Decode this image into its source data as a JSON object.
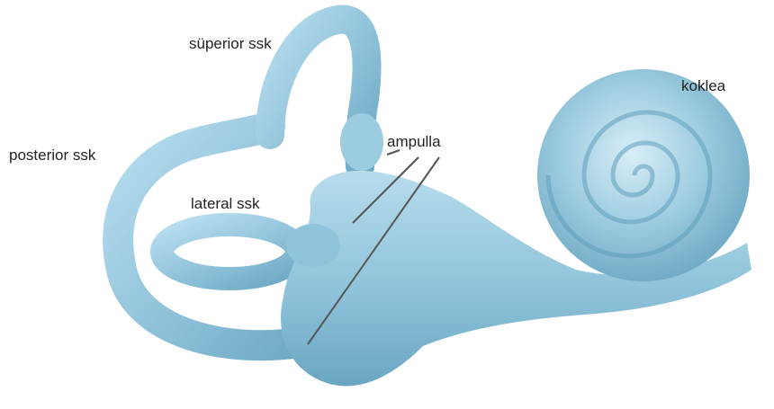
{
  "labels": {
    "superior": "süperior ssk",
    "posterior": "posterior ssk",
    "lateral": "lateral ssk",
    "ampulla": "ampulla",
    "cochlea": "koklea"
  },
  "colors": {
    "background": "#ffffff",
    "tissue_light": "#c9e6f2",
    "tissue_mid": "#92c7dc",
    "tissue_dark": "#5f9fbb",
    "leader_line": "#555555",
    "label_text": "#222222"
  }
}
